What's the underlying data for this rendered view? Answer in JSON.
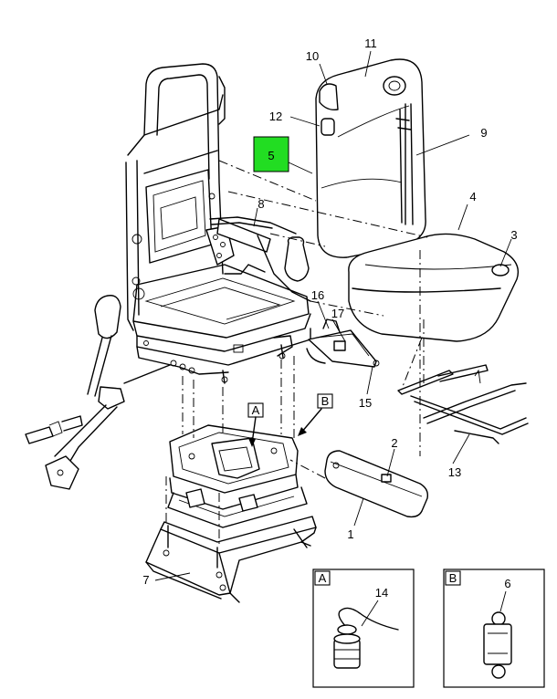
{
  "callouts": {
    "c1": "1",
    "c3": "3",
    "c4": "4",
    "c5": "5",
    "c6": "6",
    "c7": "7",
    "c8": "8",
    "c9": "9",
    "c10": "10",
    "c11": "11",
    "c12": "12",
    "c13": "13",
    "c14": "14",
    "c15": "15",
    "c16": "16",
    "c17": "17"
  },
  "view_tags": {
    "a": "A",
    "b": "B",
    "detail_a": "A",
    "detail_b": "B"
  },
  "highlight": {
    "part": "5",
    "color": "#22dd22"
  }
}
